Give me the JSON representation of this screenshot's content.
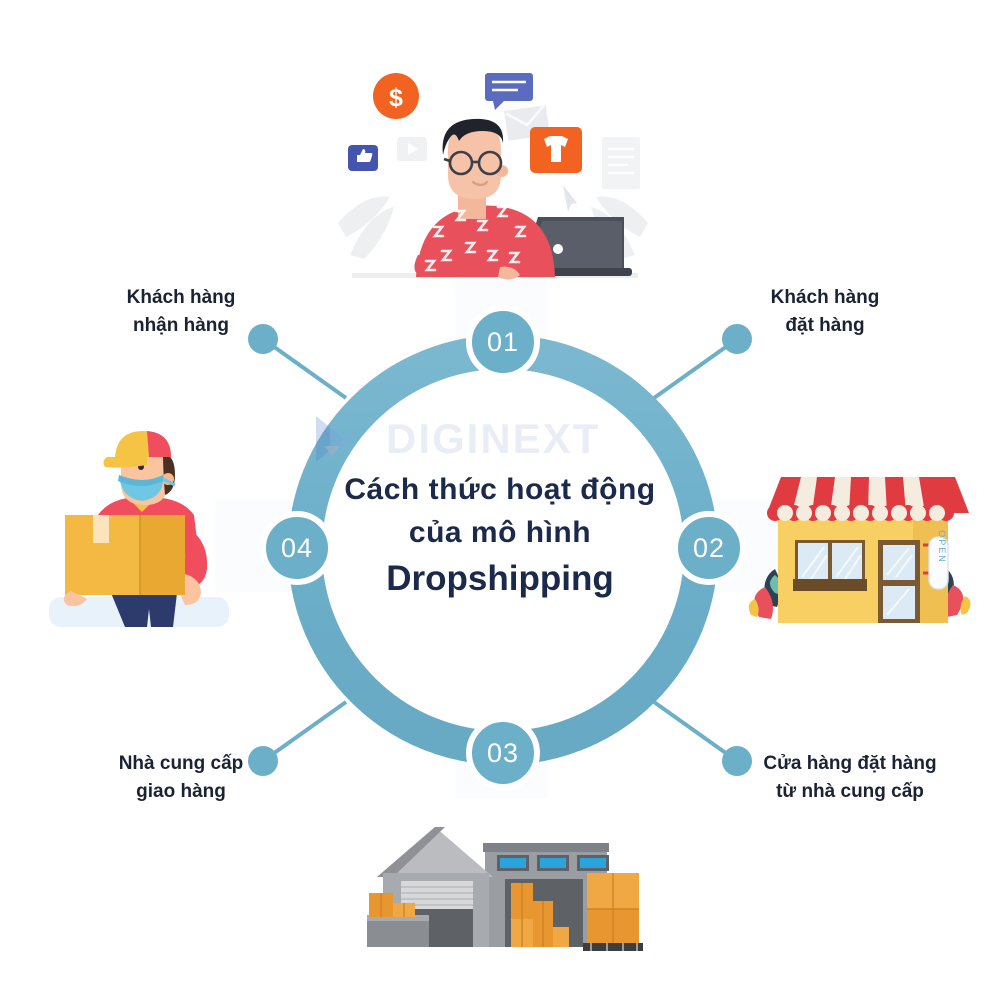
{
  "title_block": {
    "line1": "Cách thức hoạt động",
    "line2": "của mô hình",
    "line3": "Dropshipping"
  },
  "watermark": {
    "text": "DIGINEXT",
    "logo_icon": "play-triangle-icon"
  },
  "steps": [
    {
      "id": "01",
      "number": "01",
      "position": "top"
    },
    {
      "id": "02",
      "number": "02",
      "position": "right"
    },
    {
      "id": "03",
      "number": "03",
      "position": "bottom"
    },
    {
      "id": "04",
      "number": "04",
      "position": "left"
    }
  ],
  "labels": {
    "top_left": {
      "line1": "Khách hàng",
      "line2": "nhận hàng"
    },
    "top_right": {
      "line1": "Khách hàng",
      "line2": "đặt hàng"
    },
    "bottom_left": {
      "line1": "Nhà cung cấp",
      "line2": "giao hàng"
    },
    "bottom_right": {
      "line1": "Cửa hàng đặt hàng",
      "line2": "từ nhà cung cấp"
    }
  },
  "illustrations": {
    "top": {
      "name": "customer-at-laptop-illustration",
      "alt": "Người dùng máy tính xách tay"
    },
    "right": {
      "name": "storefront-illustration",
      "alt": "Cửa hàng",
      "sign_text": "OPEN"
    },
    "left": {
      "name": "delivery-courier-illustration",
      "alt": "Nhân viên giao hàng cầm thùng hàng"
    },
    "bottom": {
      "name": "warehouse-illustration",
      "alt": "Nhà kho"
    }
  },
  "colors": {
    "ring": "#6cafc9",
    "ring_light": "#8dc3d7",
    "badge_fill": "#6cafc9",
    "badge_border": "#ffffff",
    "text_dark": "#1b2233",
    "title_dark": "#1b2a4a",
    "watermark": "#b9c9e2",
    "accent_orange": "#f26322",
    "accent_red": "#e8505b",
    "accent_yellow": "#f6c445",
    "background": "#ffffff"
  }
}
